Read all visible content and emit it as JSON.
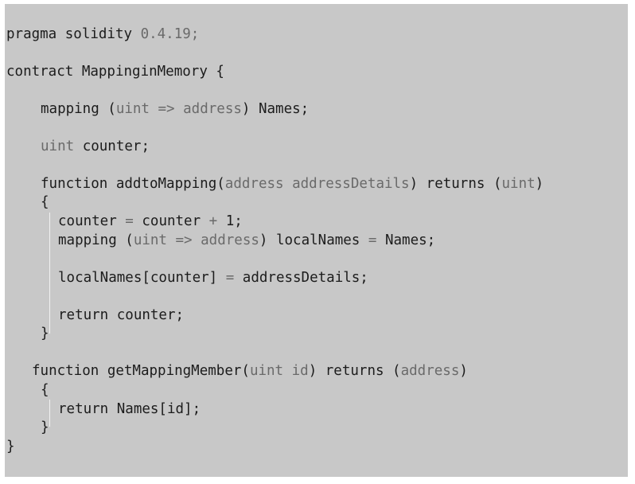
{
  "code": {
    "l1": {
      "a": "pragma solidity ",
      "b": "0.4.19;"
    },
    "l2": {
      "a": "contract MappinginMemory {"
    },
    "l3": {
      "a": "mapping (",
      "b": "uint",
      "c": " => ",
      "d": "address",
      "e": ") Names;"
    },
    "l4": {
      "a": "uint",
      "b": " counter;"
    },
    "l5": {
      "a": "function addtoMapping(",
      "b": "address addressDetails",
      "c": ") returns (",
      "d": "uint",
      "e": ")"
    },
    "l6": {
      "a": "{"
    },
    "l7": {
      "a": "counter ",
      "b": "=",
      "c": " counter ",
      "d": "+",
      "e": " 1;"
    },
    "l8": {
      "a": "mapping (",
      "b": "uint",
      "c": " => ",
      "d": "address",
      "e": ") localNames ",
      "f": "=",
      "g": " Names;"
    },
    "l9": {
      "a": "localNames[counter] ",
      "b": "=",
      "c": " addressDetails;"
    },
    "l10": {
      "a": "return counter;"
    },
    "l11": {
      "a": "}"
    },
    "l12": {
      "a": "function getMappingMember(",
      "b": "uint id",
      "c": ") returns (",
      "d": "address",
      "e": ")"
    },
    "l13": {
      "a": "{"
    },
    "l14": {
      "a": "return Names[id];"
    },
    "l15": {
      "a": "}"
    },
    "l16": {
      "a": "}"
    }
  }
}
